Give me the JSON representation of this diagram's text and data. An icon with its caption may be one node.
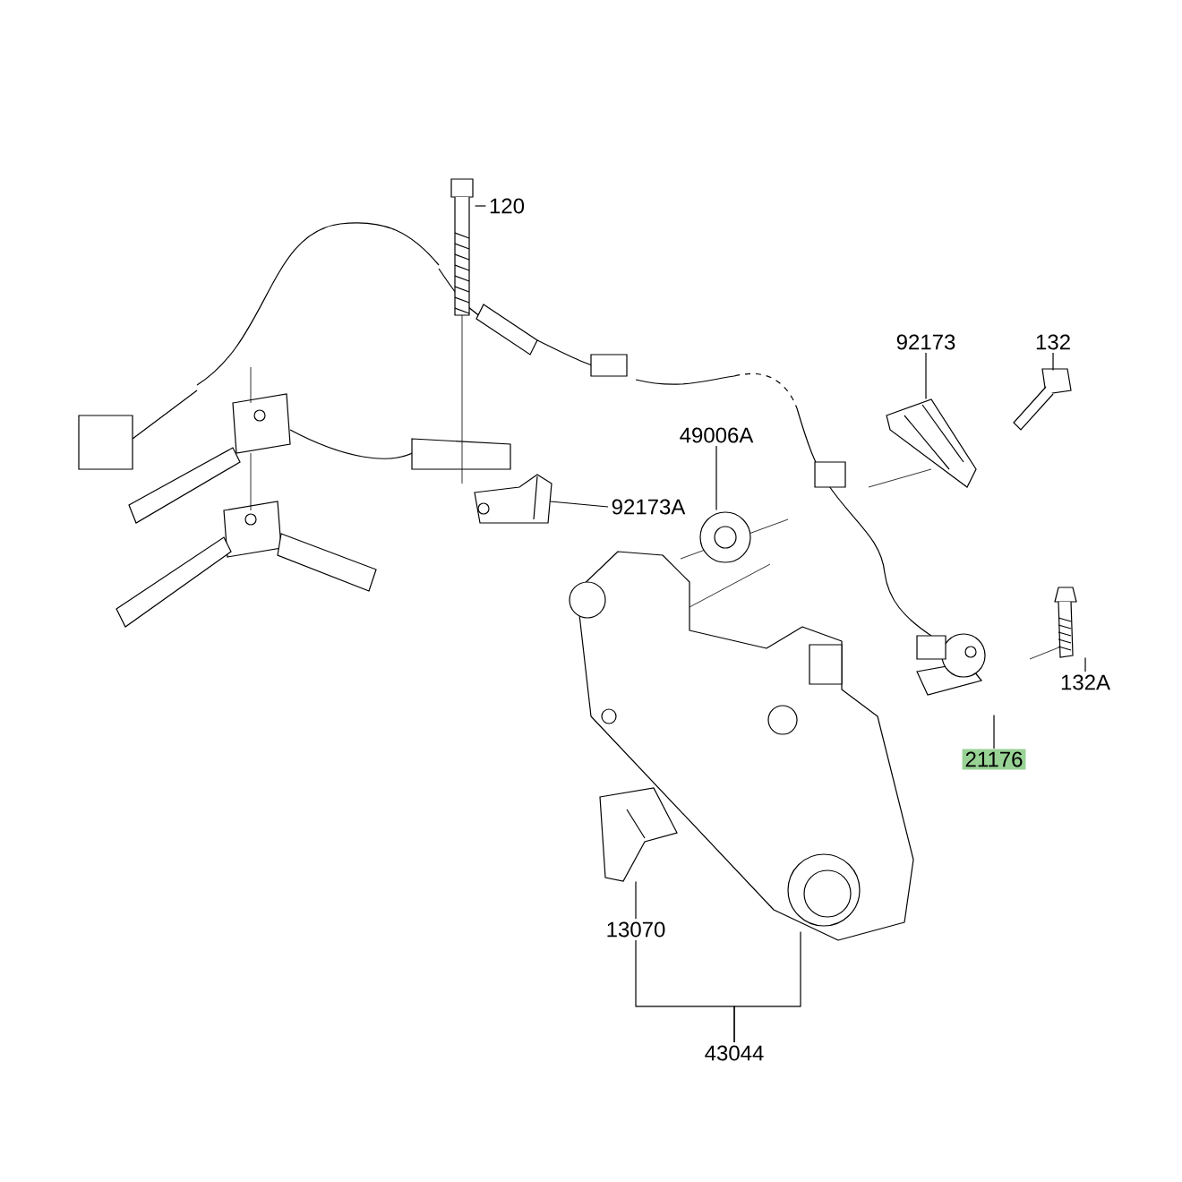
{
  "diagram": {
    "nodes": [
      {
        "text": [
          "120"
        ]
      },
      {
        "text": [],
        "shape": "picture"
      },
      {
        "text": [
          "92173A"
        ]
      },
      {
        "text": [],
        "shape": "picture"
      },
      {
        "text": [
          "92173"
        ]
      },
      {
        "text": [],
        "shape": "picture"
      },
      {
        "text": [
          "132"
        ]
      },
      {
        "text": [],
        "shape": "picture"
      },
      {
        "text": [
          "49006A"
        ]
      },
      {
        "text": [],
        "shape": "picture"
      },
      {
        "text": [
          "132A"
        ]
      },
      {
        "text": [],
        "shape": "picture"
      },
      {
        "text": [
          "21176"
        ]
      },
      {
        "text": [],
        "shape": "picture"
      },
      {
        "text": [
          "13070"
        ]
      },
      {
        "text": [],
        "shape": "picture"
      },
      {
        "text": [
          "43044"
        ]
      },
      {
        "text": [],
        "shape": "picture"
      }
    ],
    "edges": [
      {
        "from": 0,
        "to": 1,
        "arrow": "none"
      },
      {
        "from": 2,
        "to": 3,
        "arrow": "none"
      },
      {
        "from": 4,
        "to": 5,
        "arrow": "none"
      },
      {
        "from": 6,
        "to": 7,
        "arrow": "none"
      },
      {
        "from": 8,
        "to": 9,
        "arrow": "none"
      },
      {
        "from": 10,
        "to": 11,
        "arrow": "none"
      },
      {
        "from": 12,
        "to": 13,
        "arrow": "none"
      },
      {
        "from": 14,
        "to": 15,
        "arrow": "none"
      },
      {
        "from": 16,
        "to": 14,
        "arrow": "none"
      },
      {
        "from": 16,
        "to": 17,
        "arrow": "none"
      }
    ]
  }
}
